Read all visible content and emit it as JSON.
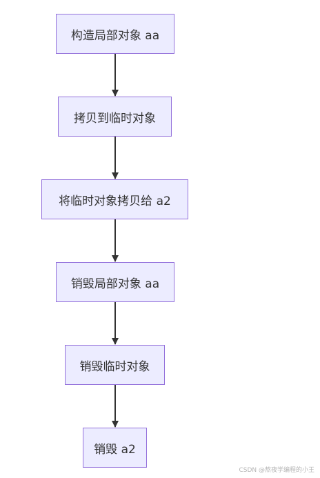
{
  "flowchart": {
    "nodes": [
      {
        "id": "n1",
        "label": "构造局部对象 aa"
      },
      {
        "id": "n2",
        "label": "拷贝到临时对象"
      },
      {
        "id": "n3",
        "label": "将临时对象拷贝给 a2"
      },
      {
        "id": "n4",
        "label": "销毁局部对象 aa"
      },
      {
        "id": "n5",
        "label": "销毁临时对象"
      },
      {
        "id": "n6",
        "label": "销毁 a2"
      }
    ],
    "edges": [
      {
        "from": "n1",
        "to": "n2"
      },
      {
        "from": "n2",
        "to": "n3"
      },
      {
        "from": "n3",
        "to": "n4"
      },
      {
        "from": "n4",
        "to": "n5"
      },
      {
        "from": "n5",
        "to": "n6"
      }
    ]
  },
  "colors": {
    "node_fill": "#ececff",
    "node_border": "#9370db",
    "edge": "#333333",
    "text": "#333333"
  },
  "watermark": "CSDN @熬夜学编程的小王"
}
